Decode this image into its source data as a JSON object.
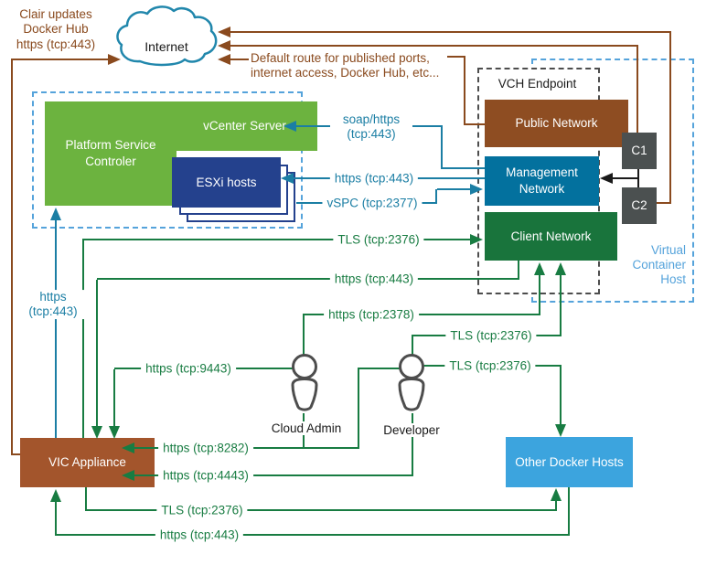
{
  "internet": {
    "label": "Internet"
  },
  "notes": {
    "clair_lines": [
      "Clair updates",
      "Docker Hub",
      "https (tcp:443)"
    ],
    "default_route_lines": [
      "Default route for published ports,",
      "internet access, Docker Hub, etc..."
    ]
  },
  "vsphere_group": {
    "psc": "Platform Service Controler",
    "vcenter": "vCenter Server",
    "esxi": "ESXi hosts"
  },
  "vch": {
    "title": "VCH Endpoint",
    "networks": {
      "public": "Public Network",
      "management": "Management Network",
      "client": "Client Network"
    },
    "outer_label": "Virtual Container Host"
  },
  "containers": {
    "c1": "C1",
    "c2": "C2"
  },
  "appliances": {
    "vic": "VIC Appliance",
    "other_docker": "Other Docker Hosts"
  },
  "actors": {
    "cloud_admin": "Cloud Admin",
    "developer": "Developer"
  },
  "connections": {
    "soap_https": "soap/https (tcp:443)",
    "esxi_https": "https (tcp:443)",
    "vspc": "vSPC (tcp:2377)",
    "psc_https": "https (tcp:443)",
    "vic_tls_client": "TLS (tcp:2376)",
    "client_https_vic": "https (tcp:443)",
    "admin_https_2378": "https (tcp:2378)",
    "admin_https_9443": "https (tcp:9443)",
    "dev_tls_client": "TLS (tcp:2376)",
    "dev_tls_docker": "TLS (tcp:2376)",
    "https_8282": "https (tcp:8282)",
    "https_4443": "https (tcp:4443)",
    "vic_tls_docker": "TLS (tcp:2376)",
    "docker_https_443": "https (tcp:443)"
  },
  "colors": {
    "green_box": "#6CB33F",
    "navy_box": "#24418D",
    "teal_box": "#03719E",
    "brown_box": "#8E4D22",
    "client_green_box": "#19743C",
    "gray_box": "#4B5050",
    "light_blue_box": "#3CA4DE",
    "vic_brown_box": "#A3552C",
    "teal_line": "#1B7EA4",
    "green_line": "#187C42",
    "brown_line": "#8A4A1E",
    "blue_dashed": "#55A3DB",
    "gray_dashed": "#4D4D4D",
    "black": "#1A1A1A"
  }
}
